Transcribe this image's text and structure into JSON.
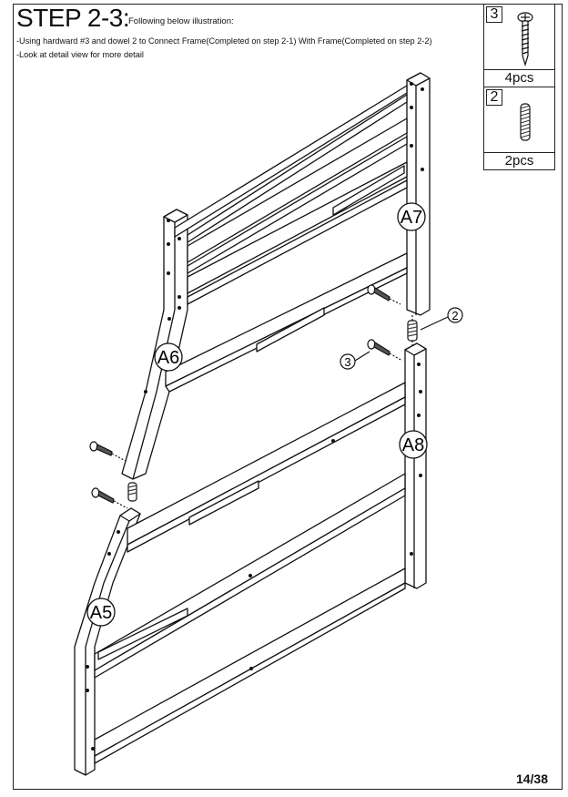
{
  "header": {
    "step_title": "STEP 2-3:",
    "step_subtitle": "Following below illustration:",
    "instructions": [
      "-Using hardward #3 and dowel 2 to Connect Frame(Completed on step 2-1) With Frame(Completed on step 2-2)",
      "-Look at detail view for more detail"
    ]
  },
  "hardware": [
    {
      "number": "3",
      "quantity": "4pcs",
      "icon": "screw-icon"
    },
    {
      "number": "2",
      "quantity": "2pcs",
      "icon": "dowel-icon"
    }
  ],
  "part_labels": {
    "a5": "A5",
    "a6": "A6",
    "a7": "A7",
    "a8": "A8"
  },
  "callouts": {
    "screw": "3",
    "dowel": "2"
  },
  "footer": {
    "page": "14/38"
  }
}
